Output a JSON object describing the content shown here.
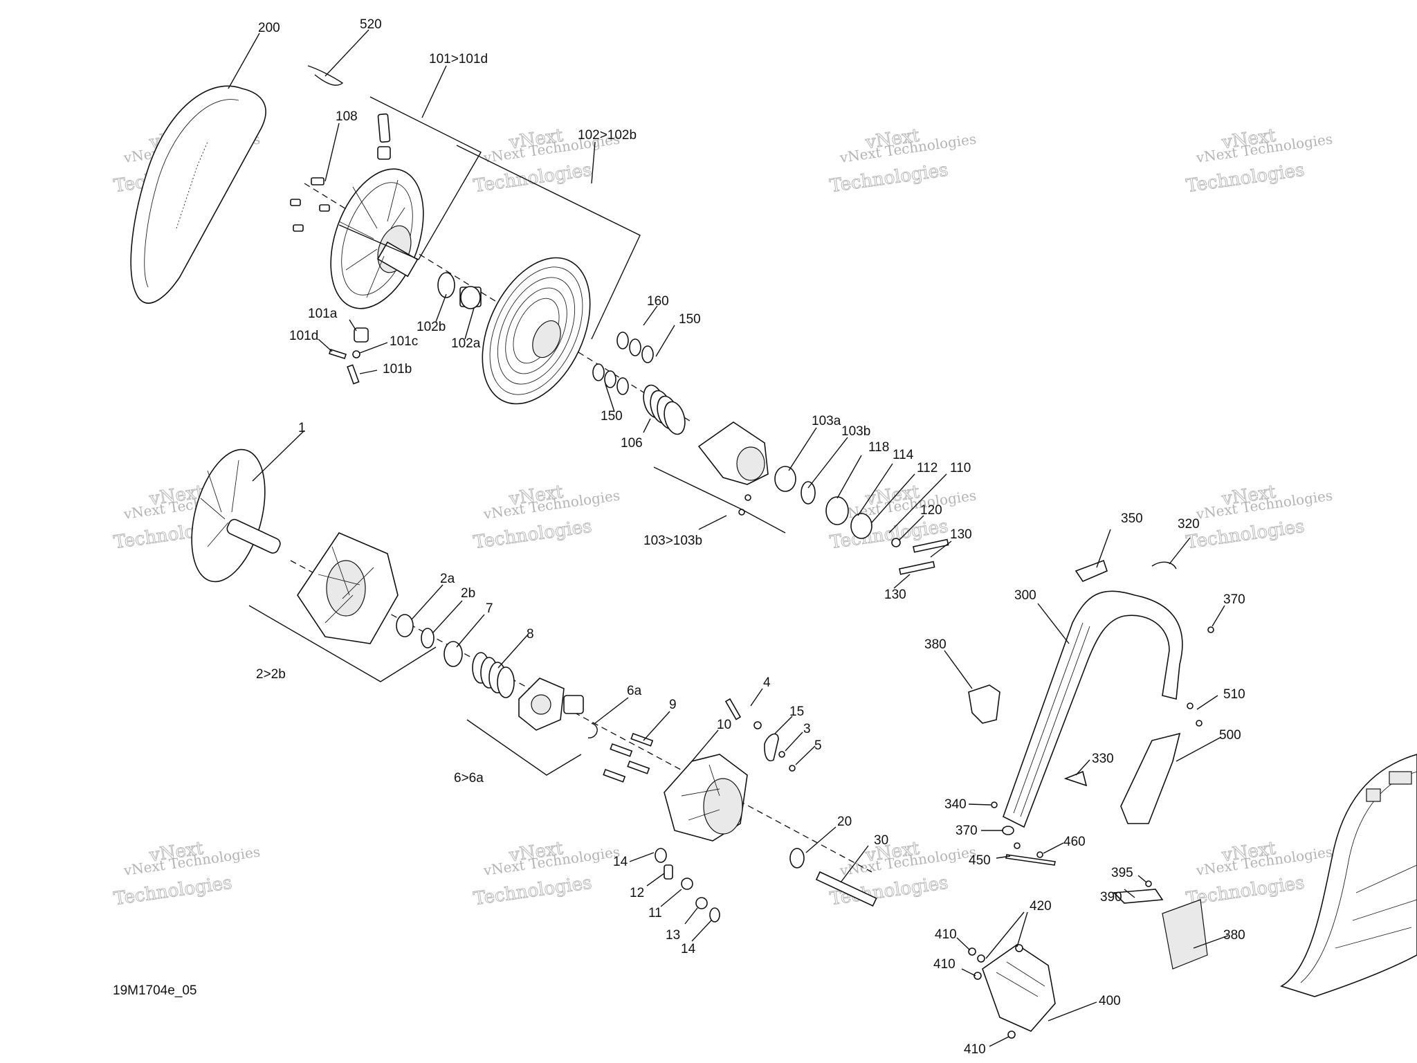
{
  "diagram_id": "19M1704e_05",
  "watermark": {
    "line1": "vNext Technologies",
    "line2": "vNext",
    "line3": "Technologies"
  },
  "callouts": {
    "c200": "200",
    "c520": "520",
    "c101": "101>101d",
    "c108": "108",
    "c102": "102>102b",
    "c160": "160",
    "c150a": "150",
    "c101a": "101a",
    "c101d": "101d",
    "c101c": "101c",
    "c101b": "101b",
    "c102b": "102b",
    "c102a": "102a",
    "c150b": "150",
    "c106": "106",
    "c103a": "103a",
    "c103b": "103b",
    "c118": "118",
    "c114": "114",
    "c112": "112",
    "c110": "110",
    "c120": "120",
    "c130a": "130",
    "c130b": "130",
    "c103": "103>103b",
    "c1": "1",
    "c2a": "2a",
    "c2b": "2b",
    "c7": "7",
    "c8": "8",
    "c2": "2>2b",
    "c6a": "6a",
    "c6": "6>6a",
    "c9": "9",
    "c10": "10",
    "c4": "4",
    "c15": "15",
    "c3": "3",
    "c5": "5",
    "c20": "20",
    "c30": "30",
    "c14a": "14",
    "c12": "12",
    "c11": "11",
    "c13": "13",
    "c14b": "14",
    "c350": "350",
    "c320": "320",
    "c370a": "370",
    "c300": "300",
    "c380a": "380",
    "c510": "510",
    "c500": "500",
    "c330": "330",
    "c340": "340",
    "c370b": "370",
    "c450": "450",
    "c460": "460",
    "c395": "395",
    "c390": "390",
    "c380b": "380",
    "c420": "420",
    "c410a": "410",
    "c410b": "410",
    "c400": "400",
    "c410c": "410"
  }
}
